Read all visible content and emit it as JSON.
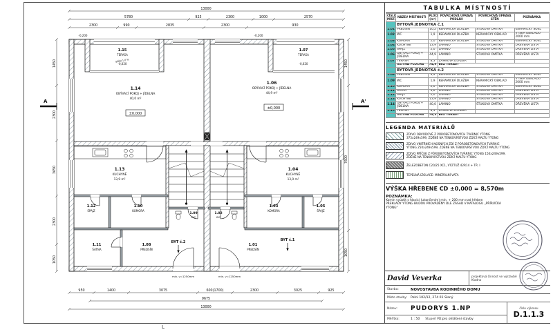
{
  "colors": {
    "teal": "#57c3bf",
    "line": "#111111"
  },
  "fold": "L",
  "plan": {
    "dims": {
      "top1": "13000",
      "top2": [
        "5780",
        "925",
        "2300",
        "1000",
        "2570"
      ],
      "top3": [
        "2300",
        "990",
        "2835",
        "2300",
        "930"
      ],
      "left": [
        "1450",
        "2300",
        "3650",
        "2300",
        "1050"
      ],
      "right": [
        "1450",
        "7600",
        "1050"
      ],
      "bottom3": [
        "950",
        "1400",
        "3075",
        "600(1700)",
        "2300",
        "3025",
        "925"
      ],
      "bottom2": "9675",
      "bottom1": "13000"
    },
    "marks": {
      "section_a": "A",
      "section_a2": "A'",
      "elev_zero": "±0,000",
      "elev_zero2": "±0,000",
      "elev_terr1": "-0,020",
      "elev_terr2": "-0,020",
      "elev_top1": "-0,200",
      "elev_top2": "-0,200",
      "byt1": "BYT č.1",
      "byt2": "BYT č.2",
      "min1": "min. v=1250mm",
      "min2": "min. v=1250mm",
      "spad": "SPÁD 1,0 %"
    },
    "rooms": {
      "r101": {
        "id": "1.01",
        "name": "PŘEDSÍŇ"
      },
      "r102": {
        "id": "1.02",
        "name": "WC"
      },
      "r103": {
        "id": "1.03",
        "name": "KOMORA"
      },
      "r104": {
        "id": "1.04",
        "name": "KUCHYNĚ",
        "area": "13,9 m²"
      },
      "r105": {
        "id": "1.05",
        "name": "ŠPAJZ"
      },
      "r106": {
        "id": "1.06",
        "name": "OBÝVACÍ POKOJ + JÍDELNA",
        "area": "44,9 m²"
      },
      "r107": {
        "id": "1.07",
        "name": "TERASA"
      },
      "r108": {
        "id": "1.08",
        "name": "PŘEDSÍŇ"
      },
      "r109": {
        "id": "1.09",
        "name": "WC"
      },
      "r110": {
        "id": "1.10",
        "name": "KOMORA"
      },
      "r111": {
        "id": "1.11",
        "name": "ŠATNA"
      },
      "r112": {
        "id": "1.12",
        "name": "ŠPAJZ"
      },
      "r113": {
        "id": "1.13",
        "name": "KUCHYNĚ",
        "area": "13,9 m²"
      },
      "r114": {
        "id": "1.14",
        "name": "OBÝVACÍ POKOJ + JÍDELNA",
        "area": "40,0 m²"
      },
      "r115": {
        "id": "1.15",
        "name": "TERASA"
      }
    }
  },
  "room_table": {
    "title": "TABULKA MÍSTNOSTÍ",
    "headers": [
      "ČÍSLO MÍST.",
      "NÁZEV MÍSTNOSTI",
      "PLOCHA (m²)",
      "POVRCHOVÁ ÚPRAVA PODLAH",
      "POVRCHOVÁ ÚPRAVA STĚN",
      "POZNÁMKA"
    ],
    "unit1_title": "BYTOVÁ JEDNOTKA č.1",
    "unit1": [
      {
        "id": "1.01",
        "name": "PŘEDSÍŇ",
        "area": "10,2",
        "floor": "KERAMICKÁ DLAŽBA",
        "wall": "ŠTUKOVÁ OMÍTKA",
        "note": "KERAMICKÝ SOKL"
      },
      {
        "id": "1.02",
        "name": "WC",
        "area": "1,9",
        "floor": "KERAMICKÁ DLAŽBA",
        "wall": "KERAMICKÝ OBKLAD",
        "note": "VÝŠKA OBKLADU 2000 mm"
      },
      {
        "id": "1.03",
        "name": "KOMORA",
        "area": "2,0",
        "floor": "KERAMICKÁ DLAŽBA",
        "wall": "ŠTUKOVÁ OMÍTKA",
        "note": "KERAMICKÝ SOKL"
      },
      {
        "id": "1.04",
        "name": "KUCHYNĚ",
        "area": "13,9",
        "floor": "LAMINO",
        "wall": "ŠTUKOVÁ OMÍTKA",
        "note": "DŘEVĚNÁ LIŠTA"
      },
      {
        "id": "1.05",
        "name": "ŠPAJZ",
        "area": "2,0",
        "floor": "LAMINO",
        "wall": "ŠTUKOVÁ OMÍTKA",
        "note": "DŘEVĚNÁ LIŠTA"
      },
      {
        "id": "1.06",
        "name": "OBÝVACÍ POKOJ + JÍDELNA",
        "area": "44,9",
        "floor": "LAMINO",
        "wall": "ŠTUKOVÁ OMÍTKA",
        "note": "DŘEVĚNÁ LIŠTA"
      },
      {
        "id": "1.07",
        "name": "TERASA",
        "area": "8,3",
        "floor": "ZÁMKOVÁ DLAŽBA",
        "wall": "",
        "note": ""
      }
    ],
    "unit1_total_label": "UŽITNÁ PLOCHA",
    "unit1_total": "74,9",
    "unit1_total_note": "BEZ TERASY",
    "unit2_title": "BYTOVÁ JEDNOTKA č.2",
    "unit2": [
      {
        "id": "1.08",
        "name": "PŘEDSÍŇ",
        "area": "9,9",
        "floor": "KERAMICKÁ DLAŽBA",
        "wall": "ŠTUKOVÁ OMÍTKA",
        "note": "KERAMICKÝ SOKL"
      },
      {
        "id": "1.09",
        "name": "WC",
        "area": "1,9",
        "floor": "KERAMICKÁ DLAŽBA",
        "wall": "KERAMICKÝ OBKLAD",
        "note": "VÝŠKA OBKLADU 2000 mm"
      },
      {
        "id": "1.10",
        "name": "KOMORA",
        "area": "2,0",
        "floor": "KERAMICKÁ DLAŽBA",
        "wall": "ŠTUKOVÁ OMÍTKA",
        "note": "KERAMICKÝ SOKL"
      },
      {
        "id": "1.11",
        "name": "ŠATNA",
        "area": "4,6",
        "floor": "LAMINO",
        "wall": "ŠTUKOVÁ OMÍTKA",
        "note": "DŘEVĚNÁ LIŠTA"
      },
      {
        "id": "1.12",
        "name": "ŠPAJZ",
        "area": "2,0",
        "floor": "LAMINO",
        "wall": "ŠTUKOVÁ OMÍTKA",
        "note": "DŘEVĚNÁ LIŠTA"
      },
      {
        "id": "1.13",
        "name": "KUCHYNĚ",
        "area": "13,9",
        "floor": "LAMINO",
        "wall": "ŠTUKOVÁ OMÍTKA",
        "note": "DŘEVĚNÁ LIŠTA"
      },
      {
        "id": "1.14",
        "name": "OBÝVACÍ POKOJ + JÍDELNA",
        "area": "40,0",
        "floor": "LAMINO",
        "wall": "ŠTUKOVÁ OMÍTKA",
        "note": "DŘEVĚNÁ LIŠTA"
      },
      {
        "id": "1.15",
        "name": "TERASA",
        "area": "8,3",
        "floor": "ZÁMKOVÁ DLAŽBA",
        "wall": "",
        "note": ""
      }
    ],
    "unit2_total_label": "UŽITNÁ PLOCHA",
    "unit2_total": "74,3",
    "unit2_total_note": "BEZ TERASY"
  },
  "legend": {
    "title": "LEGENDA MATERIÁLŮ",
    "items": [
      "ZDIVO OBVODOVÉ Z PÓROBETONOVÝCH TVÁRNIC YTONG 375x249x599, ZDĚNÉ NA TENKOVRSTVOU ZDÍCÍ MALTU YTONG",
      "ZDIVO VNITŘNÍCH NOSNÝCH ZDÍ Z PÓROBETONOVÝCH TVÁRNIC YTONG 250x249x599, ZDĚNÉ NA TENKOVRSTVOU ZDÍCÍ MALTU YTONG",
      "ZDIVO PŘÍČEK Z PÓROBETONOVÝCH TVÁRNIC YTONG 150x249x599, ZDĚNÉ NA TENKOVRSTVOU ZDÍCÍ MALTU YTONG",
      "ŽELEZOBETON C20/25 XC1, VÝZTUŽ 42R14 + TŘ. I",
      "TEPELNÁ IZOLACE: MINERÁLNÍ VATA"
    ]
  },
  "ridge": "VÝŠKA HŘEBENE CD ±0,000 = 8,570m",
  "note": {
    "label": "POZNÁMKA:",
    "line1": "Komín vyústit s hlavicí (ukončením) min. + 200 mm nad hřeben",
    "line2": "PŘEKLADY YTONG BUDOU PROVÁDĚNY DLE ZÁSAD V KATALOGU „PŘÍRUČKA YTONG“"
  },
  "titleblock": {
    "author": "David Veverka",
    "info1": "projektová činnost ve výstavbě",
    "info2": "Kladno",
    "stavba_label": "Stavba:",
    "stavba": "NOVOSTAVBA RODINNÉHO DOMU",
    "misto_label": "Místo stavby:",
    "misto": "Polní 102/12, 274 01 Slaný",
    "nazev_label": "Název:",
    "nazev": "PUDORYS 1.NP",
    "cislo_label": "číslo výkresu",
    "cislo": "D.1.1.3",
    "meritko_label": "Měřítko:",
    "meritko": "1 : 50",
    "stupen_label": "Stupeň PD:",
    "stupen": "pro ohlášení stavby"
  }
}
